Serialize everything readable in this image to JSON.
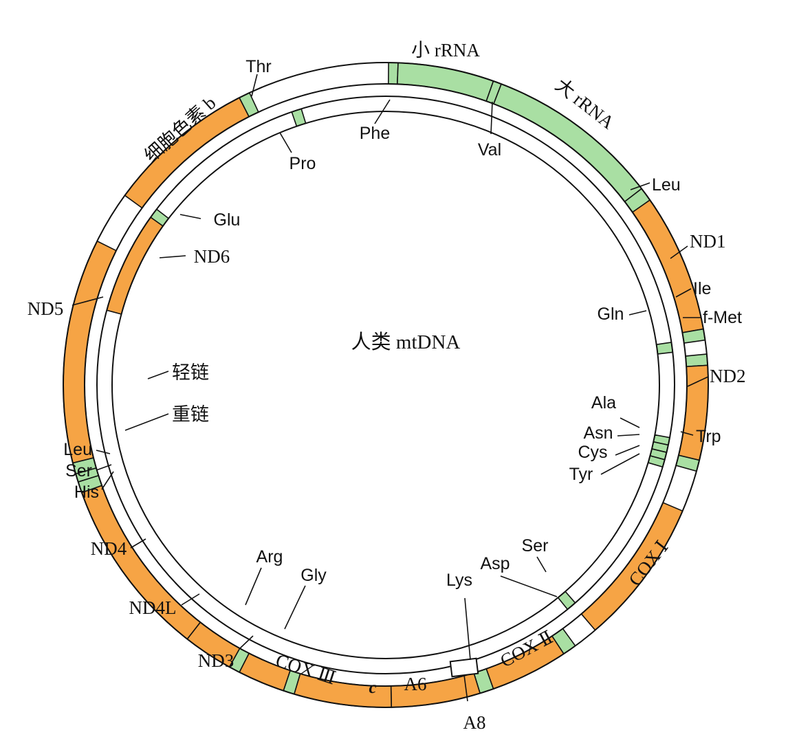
{
  "title": "人类 mtDNA",
  "strands": {
    "light": "轻链",
    "heavy": "重链"
  },
  "colors": {
    "protein": "#F6A445",
    "rrna": "#A9DFA3",
    "trna": "#A9DFA3",
    "outline": "#111111",
    "background": "#FFFFFF"
  },
  "outer_labels": {
    "small_rrna": "小 rRNA",
    "large_rrna": "大 rRNA",
    "leu_top": "Leu",
    "nd1": "ND1",
    "ile": "Ile",
    "fmet": "f-Met",
    "nd2": "ND2",
    "trp": "Trp",
    "cox1": "COX Ⅰ",
    "cox2": "COX Ⅱ",
    "a8": "A8",
    "a6": "A6",
    "c": "c",
    "cox3": "COX Ⅲ",
    "nd3": "ND3",
    "nd4l": "ND4L",
    "nd4": "ND4",
    "his": "His",
    "ser_left": "Ser",
    "leu_left": "Leu",
    "nd5": "ND5",
    "cytb": "细胞色素 b",
    "thr": "Thr"
  },
  "inner_labels": {
    "phe": "Phe",
    "val": "Val",
    "pro": "Pro",
    "glu": "Glu",
    "nd6": "ND6",
    "gln": "Gln",
    "ala": "Ala",
    "asn": "Asn",
    "cys": "Cys",
    "tyr": "Tyr",
    "ser_inner": "Ser",
    "asp": "Asp",
    "lys": "Lys",
    "arg": "Arg",
    "gly": "Gly"
  }
}
